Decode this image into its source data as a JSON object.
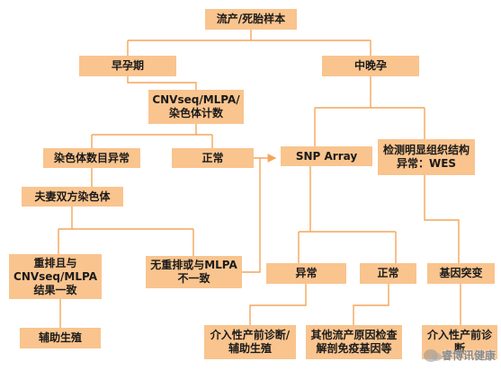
{
  "nodes": {
    "sample": "流产/死胎样本",
    "early": "早孕期",
    "mid_late": "中晚孕",
    "cnv": "CNVseq/MLPA/染色体计数",
    "abnormal_count": "染色体数目异常",
    "normal_1": "正常",
    "snp": "SNP Array",
    "structural": "检测明显组织结构异常：WES",
    "couple": "夫妻双方染色体",
    "consistent": "重排且与CNVseq/MLPA结果一致",
    "inconsistent": "无重排或与MLPA不一致",
    "abnormal_2": "异常",
    "normal_2": "正常",
    "mutation": "基因突变",
    "assisted": "辅助生殖",
    "prenatal_1": "介入性产前诊断/辅助生殖",
    "other_causes": "其他流产原因检查解剖免疫基因等",
    "prenatal_2": "介入性产前诊断"
  },
  "watermark": "睿博讯健康",
  "colors": {
    "box": "#f9c48e",
    "line": "#f4a55a",
    "text": "#1a1a1a"
  }
}
